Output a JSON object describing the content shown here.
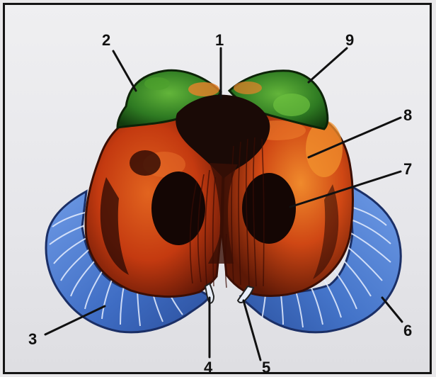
{
  "labels": {
    "l1": "1",
    "l2": "2",
    "l3": "3",
    "l4": "4",
    "l5": "5",
    "l6": "6",
    "l7": "7",
    "l8": "8",
    "l9": "9"
  },
  "colors": {
    "background": "#e9e8ea",
    "frame": "#151515",
    "blue_region": "#4b78c9",
    "red_region": "#c23c12",
    "dark_region": "#1a0a06",
    "green_region": "#2f7a23",
    "orange_highlight": "#e8822a",
    "leader_line": "#111111"
  }
}
